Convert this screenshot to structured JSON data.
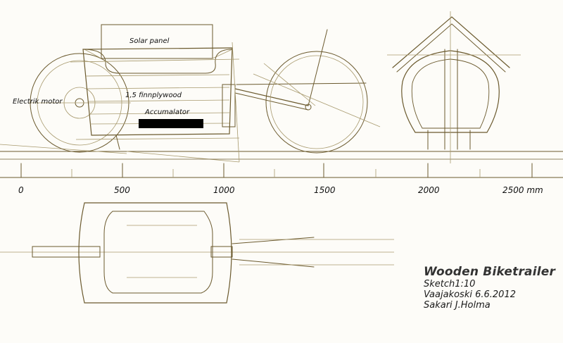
{
  "labels": {
    "solar_panel": "Solar panel",
    "motor": "Electrik motor",
    "plywood": "1,5 finnplywood",
    "accumulator": "Accumalator"
  },
  "scale_ticks": [
    "0",
    "500",
    "1000",
    "1500",
    "2000",
    "2500 mm"
  ],
  "title": {
    "name": "Wooden Biketrailer",
    "scale": "Sketch1:10",
    "place_date": "Vaajakoski  6.6.2012",
    "author": "Sakari J.Holma"
  },
  "colors": {
    "ink": "#6b5a2e",
    "paper": "#fdfcf8",
    "battery": "#000000"
  }
}
